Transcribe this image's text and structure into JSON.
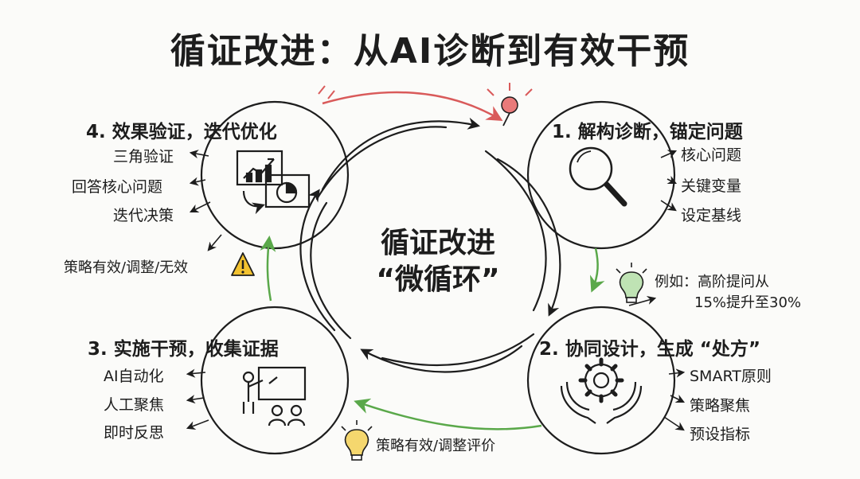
{
  "title": "循证改进：从AI诊断到有效干预",
  "center": {
    "line1": "循证改进",
    "line2": "“微循环”"
  },
  "steps": [
    {
      "title": "1. 解构诊断，锚定问题",
      "items": [
        "核心问题",
        "关键变量",
        "设定基线"
      ],
      "icon": "magnifier-icon"
    },
    {
      "title": "2. 协同设计，生成 “处方”",
      "items": [
        "SMART原则",
        "策略聚焦",
        "预设指标"
      ],
      "icon": "gear-hands-icon"
    },
    {
      "title": "3. 实施干预，收集证据",
      "items": [
        "AI自动化",
        "人工聚焦",
        "即时反思"
      ],
      "icon": "teacher-board-icon"
    },
    {
      "title": "4. 效果验证，迭代优化",
      "items": [
        "三角验证",
        "回答核心问题",
        "迭代决策"
      ],
      "icon": "chart-report-icon"
    }
  ],
  "notes": {
    "example_line1": "例如：高阶提问从",
    "example_line2": "15%提升至30%",
    "eval": "策略有效/调整评价",
    "result": "策略有效/调整/无效"
  },
  "colors": {
    "ink": "#1d1d1d",
    "accent_red": "#e06a6a",
    "accent_green": "#7bbf6a",
    "bulb": "#f2c94c",
    "warning": "#f2c230"
  }
}
